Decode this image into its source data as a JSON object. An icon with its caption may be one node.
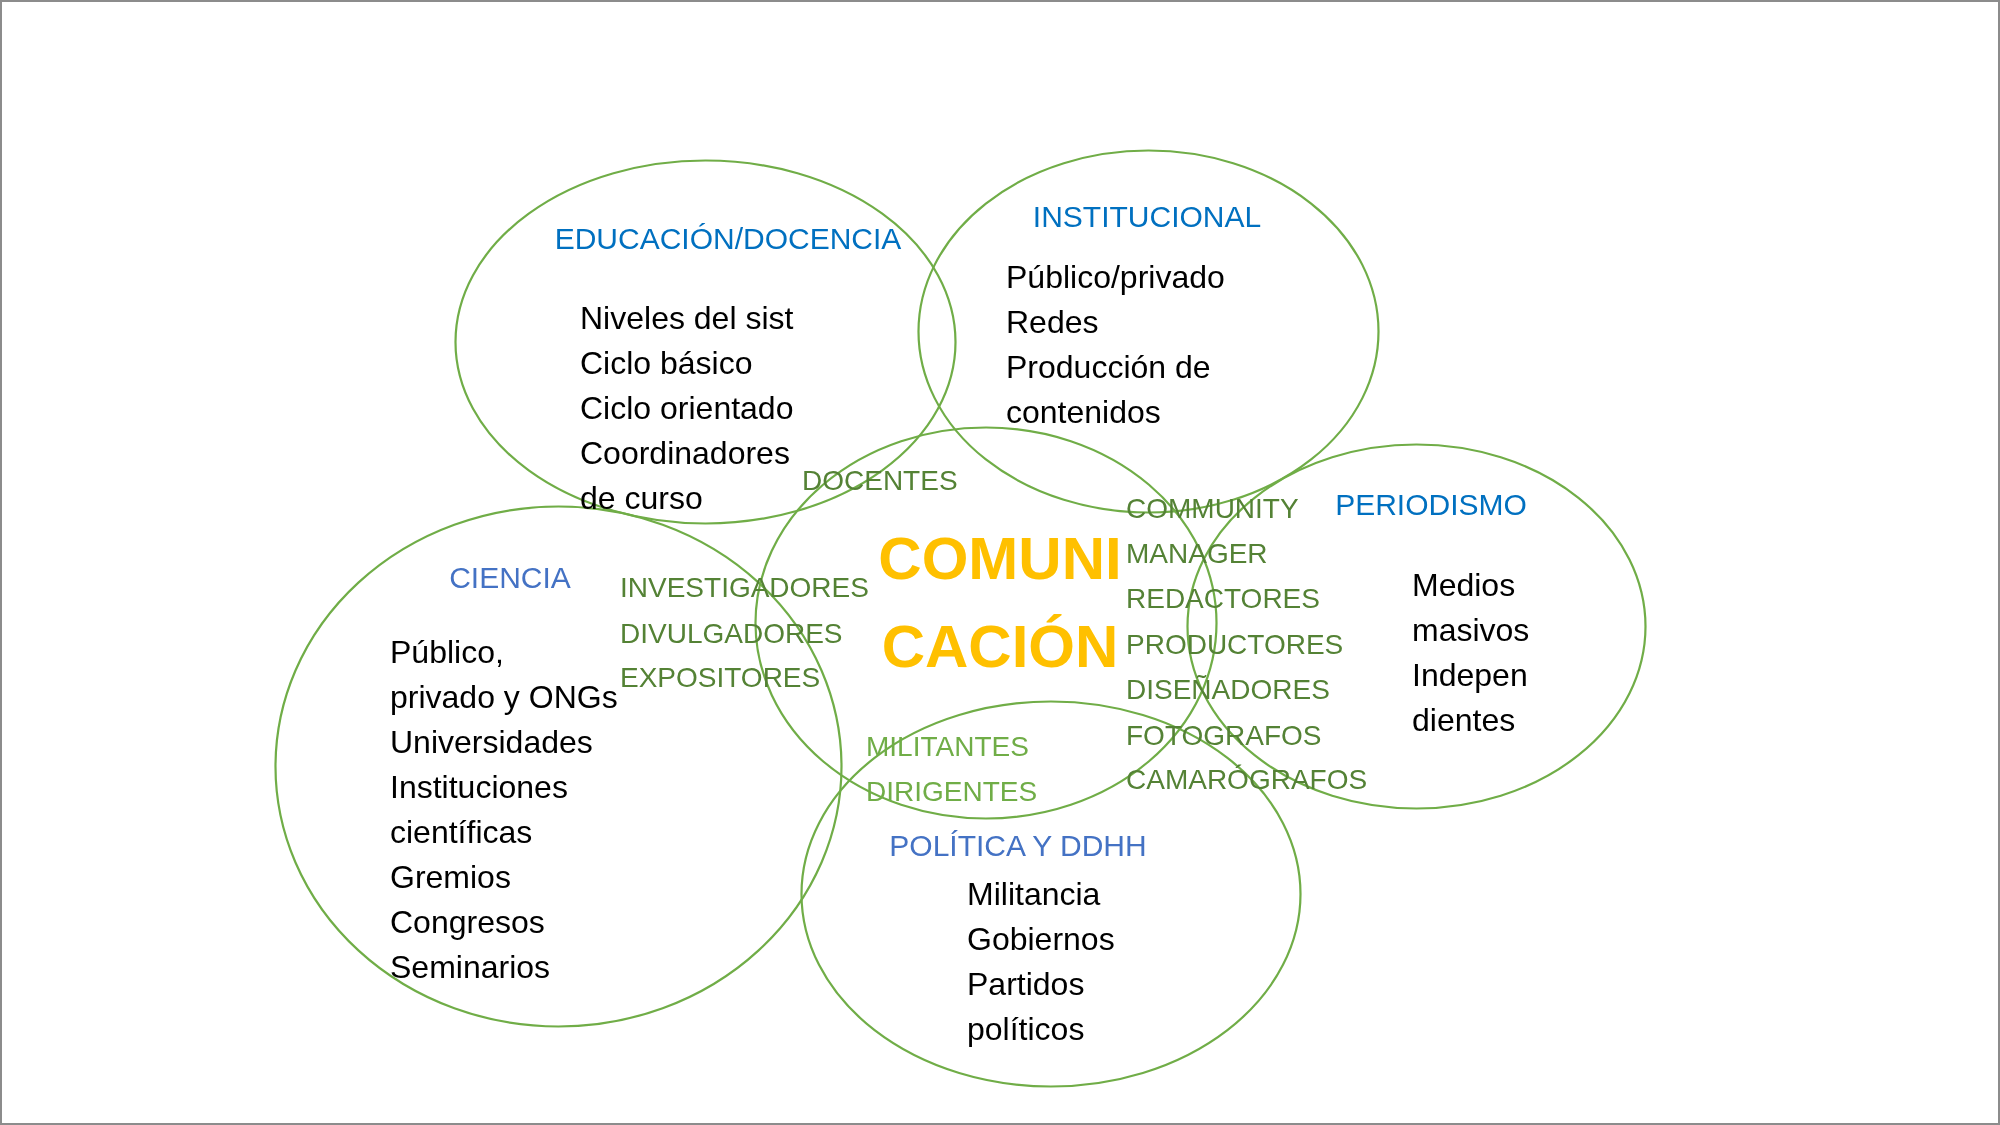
{
  "diagram": {
    "nodes": [
      {
        "text": [
          "EDUCACIÓN/DOCENCIA",
          "Niveles del sist",
          "Ciclo básico",
          "Ciclo orientado",
          "Coordinadores de curso"
        ]
      },
      {
        "text": [
          "INSTITUCIONAL",
          "Público/privado",
          "Redes",
          "Producción de contenidos"
        ]
      },
      {
        "text": [
          "CIENCIA",
          "Público, privado y ONGs",
          "Universidades",
          "Instituciones científicas",
          "Gremios",
          "Congresos",
          "Seminarios"
        ]
      },
      {
        "text": [
          "COMUNI CACIÓN"
        ]
      },
      {
        "text": [
          "PERIODISMO",
          "Medios masivos",
          "Indepen dientes"
        ]
      },
      {
        "text": [
          "POLÍTICA Y DDHH",
          "Militancia",
          "Gobiernos",
          "Partidos políticos"
        ]
      }
    ],
    "labels": [
      "DOCENTES",
      "INVESTIGADORES",
      "DIVULGADORES",
      "EXPOSITORES",
      "COMMUNITY MANAGER",
      "REDACTORES",
      "PRODUCTORES",
      "DISEÑADORES",
      "FOTOGRAFOS",
      "CAMARÓGRAFOS",
      "MILITANTES",
      "DIRIGENTES"
    ]
  }
}
